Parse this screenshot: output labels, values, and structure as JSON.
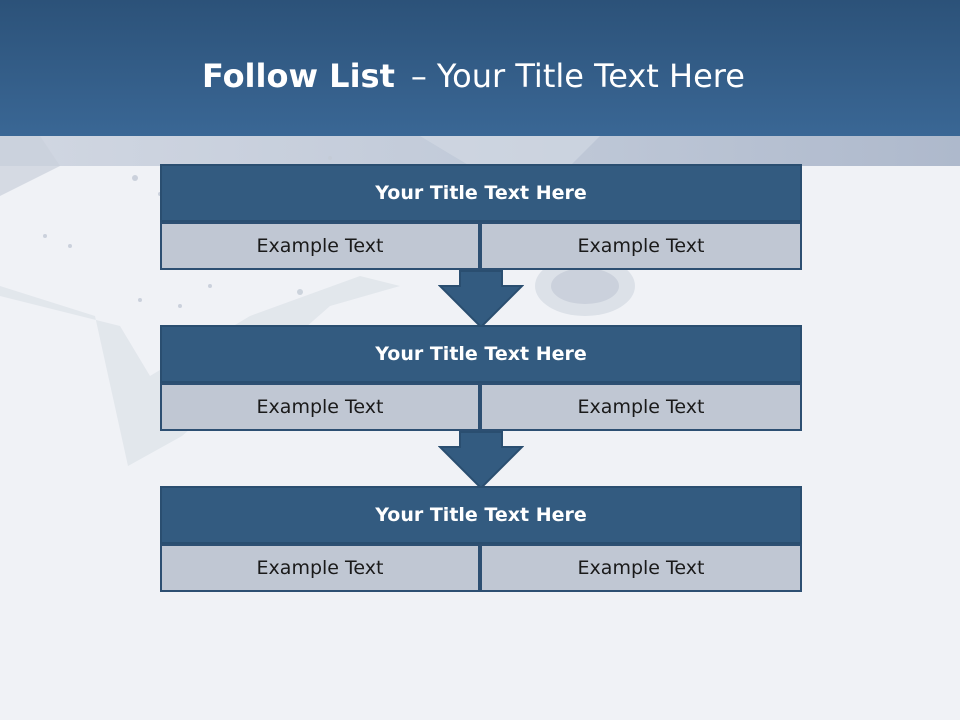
{
  "title": {
    "bold": "Follow List",
    "separator": "–",
    "rest": "Your Title Text Here"
  },
  "blocks": [
    {
      "title": "Your Title Text Here",
      "cells": [
        "Example Text",
        "Example Text"
      ]
    },
    {
      "title": "Your Title Text Here",
      "cells": [
        "Example Text",
        "Example Text"
      ]
    },
    {
      "title": "Your Title Text Here",
      "cells": [
        "Example Text",
        "Example Text"
      ]
    }
  ],
  "colors": {
    "header_band": "#2c5279",
    "block_title_fill": "#335b80",
    "cell_fill": "#c0c7d3",
    "arrow_fill": "#335b80",
    "title_text": "#ffffff"
  }
}
